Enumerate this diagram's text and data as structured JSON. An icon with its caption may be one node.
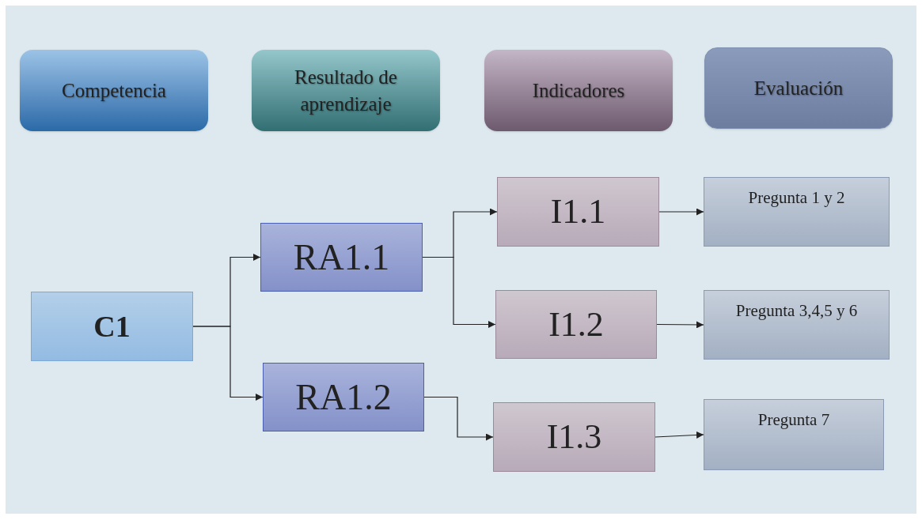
{
  "diagram": {
    "nodes": [
      {
        "text": [
          "Competencia"
        ]
      },
      {
        "text": [
          "Resultado de aprendizaje"
        ]
      },
      {
        "text": [
          "Indicadores"
        ]
      },
      {
        "text": [
          "Evaluación"
        ]
      },
      {
        "text": [
          "C1"
        ]
      },
      {
        "text": [
          "RA1.1"
        ]
      },
      {
        "text": [
          "RA1.2"
        ]
      },
      {
        "text": [
          "I1.1"
        ]
      },
      {
        "text": [
          "I1.2"
        ]
      },
      {
        "text": [
          "I1.3"
        ]
      },
      {
        "text": [
          "Pregunta 1 y 2"
        ]
      },
      {
        "text": [
          "Pregunta 3,4,5 y 6"
        ]
      },
      {
        "text": [
          "Pregunta 7"
        ]
      }
    ],
    "edges": [
      {
        "from": 4,
        "to": 5,
        "arrow": "to"
      },
      {
        "from": 4,
        "to": 6,
        "arrow": "to"
      },
      {
        "from": 5,
        "to": 7,
        "arrow": "to"
      },
      {
        "from": 5,
        "to": 8,
        "arrow": "to"
      },
      {
        "from": 6,
        "to": 9,
        "arrow": "to"
      },
      {
        "from": 7,
        "to": 10,
        "arrow": "to"
      },
      {
        "from": 8,
        "to": 11,
        "arrow": "to"
      },
      {
        "from": 9,
        "to": 12,
        "arrow": "to"
      }
    ]
  }
}
